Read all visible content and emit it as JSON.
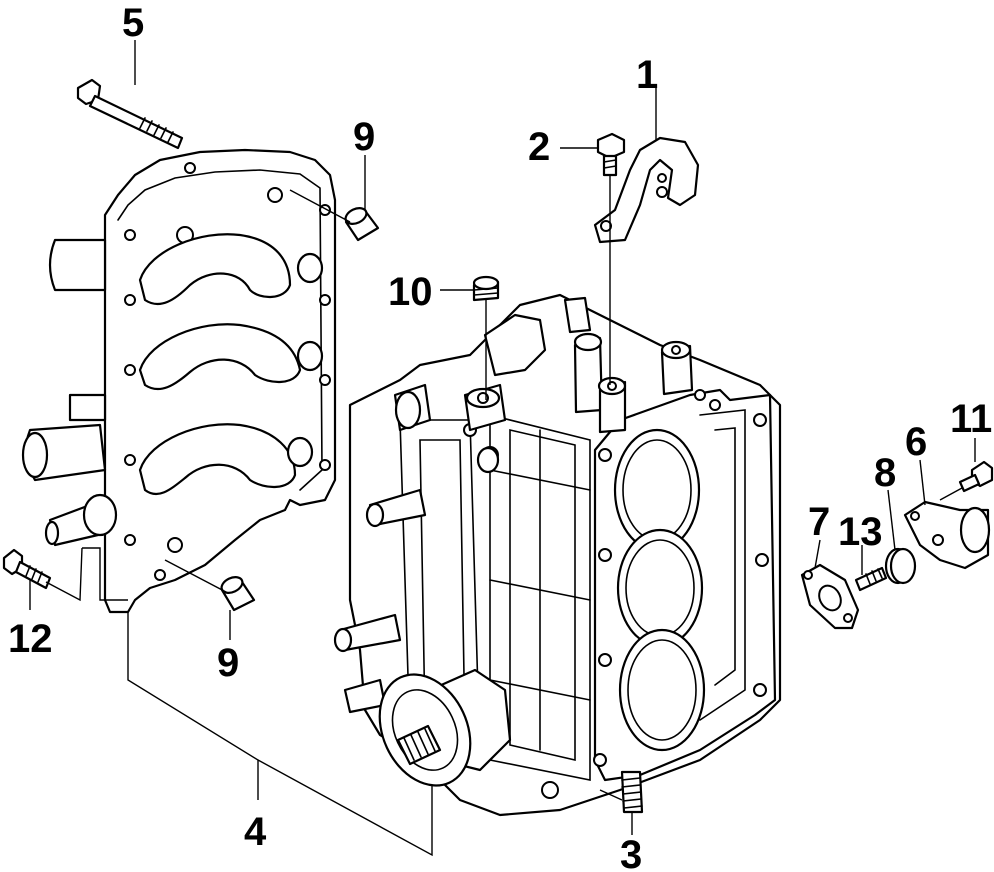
{
  "callouts": {
    "c1": "1",
    "c2": "2",
    "c3": "3",
    "c4": "4",
    "c5": "5",
    "c6": "6",
    "c7": "7",
    "c8": "8",
    "c9a": "9",
    "c9b": "9",
    "c10": "10",
    "c11": "11",
    "c12": "12",
    "c13": "13"
  },
  "colors": {
    "ink": "#000000",
    "paper": "#ffffff"
  }
}
